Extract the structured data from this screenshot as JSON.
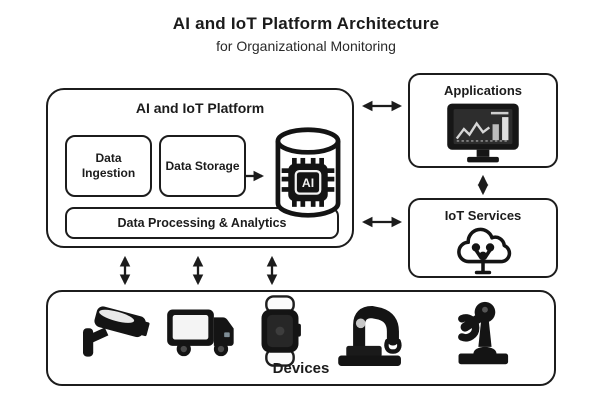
{
  "title": "AI and IoT Platform Architecture",
  "subtitle": "for Organizational Monitoring",
  "platform": {
    "label": "AI and IoT Platform",
    "data_ingestion_label": "Data Ingestion",
    "data_storage_label": "Data Storage",
    "ai_chip_label": "AI",
    "processing_label": "Data Processing & Analytics"
  },
  "applications": {
    "label": "Applications"
  },
  "iot_services": {
    "label": "IoT Services"
  },
  "devices": {
    "label": "Devices"
  },
  "icons": [
    "ai-database-icon",
    "monitor-dashboard-icon",
    "iot-cloud-icon",
    "cctv-camera-icon",
    "delivery-truck-icon",
    "smartwatch-icon",
    "robot-arm-icon",
    "robot-arm-2-icon"
  ],
  "connections": [
    "platform-applications-bidirectional",
    "platform-iot-services-bidirectional",
    "applications-iot-services-bidirectional",
    "platform-devices-bidirectional-x3",
    "data-storage-to-ai-database"
  ],
  "colors": {
    "stroke": "#1c1c1c",
    "background": "#ffffff"
  }
}
